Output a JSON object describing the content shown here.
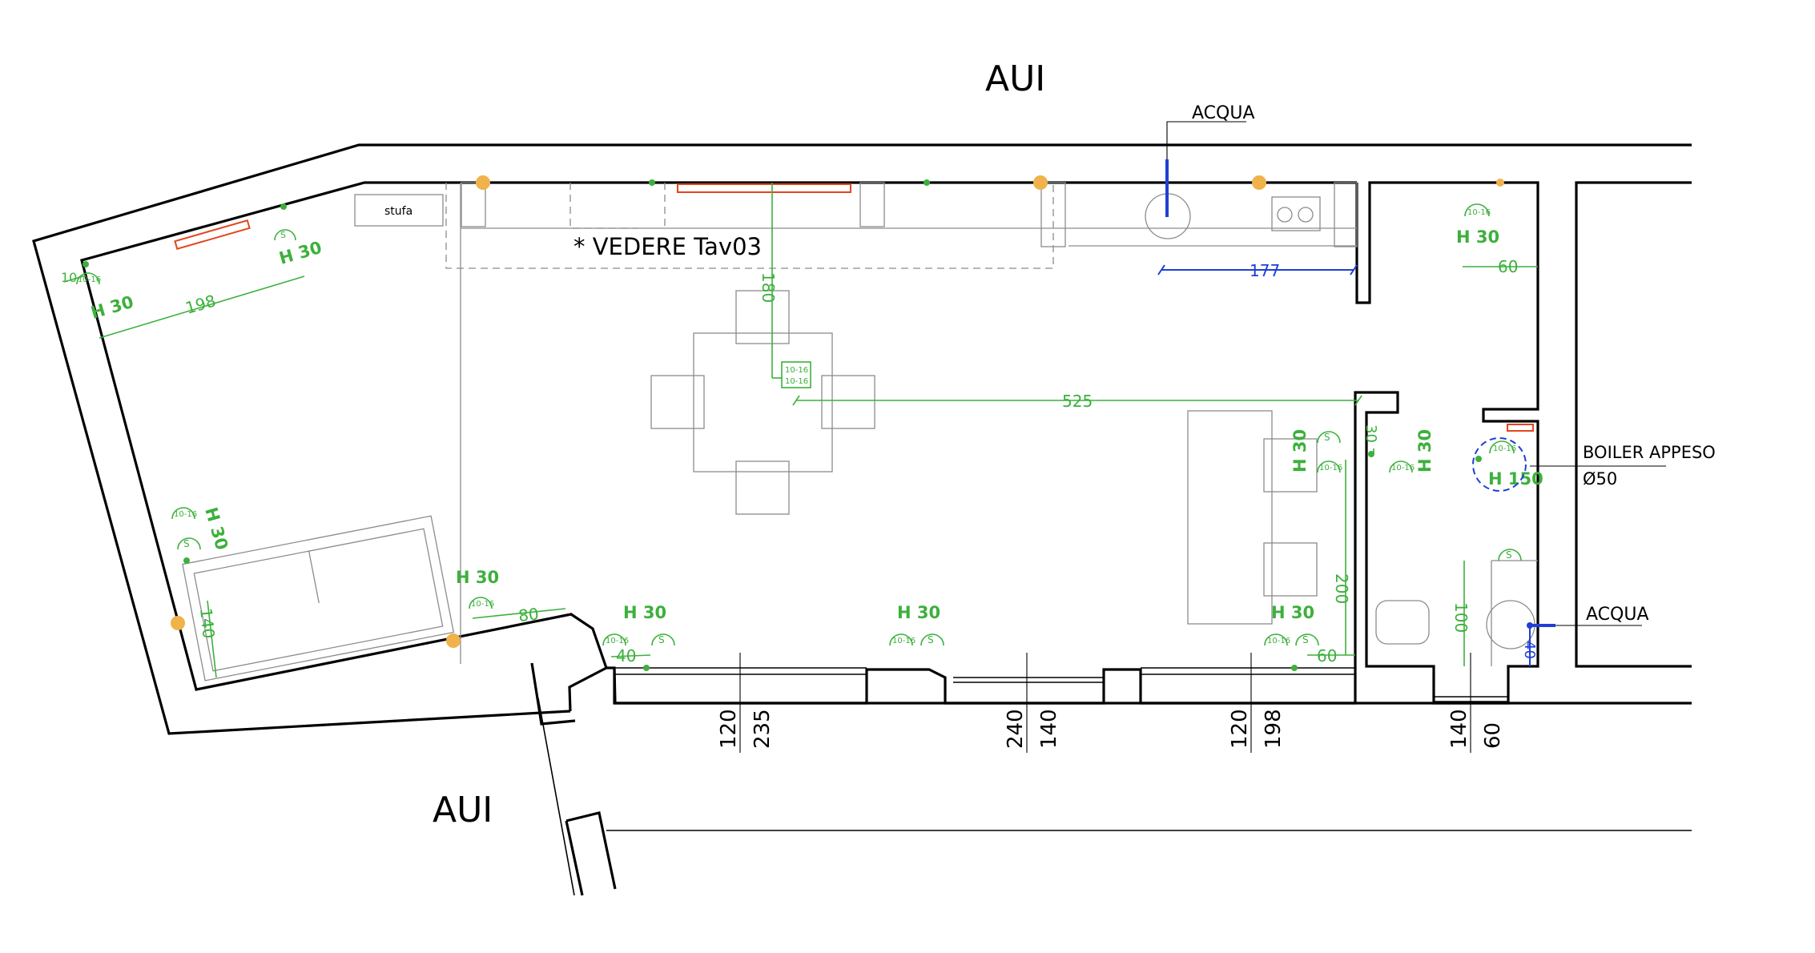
{
  "labels": {
    "aui_top": "AUI",
    "aui_bottom": "AUI",
    "acqua_top": "ACQUA",
    "acqua_right": "ACQUA",
    "boiler": "BOILER APPESO",
    "boiler_diam": "Ø50",
    "stufa": "stufa",
    "vedere": "* VEDERE Tav03"
  },
  "heights": {
    "h30": "H 30",
    "h150": "H 150"
  },
  "sockets": {
    "range": "10-16",
    "switch": "S",
    "box_line1": "10-16",
    "box_line2": "10-16"
  },
  "dimensions": {
    "d177": "177",
    "d198_diag": "198",
    "d180": "180",
    "d525": "525",
    "d60_top": "60",
    "d80": "80",
    "d40": "40",
    "d60_bottom": "60",
    "d200": "200",
    "d30": "30",
    "d140_left": "140",
    "d100": "100",
    "d40_blue": "40",
    "d10_left": "10",
    "windows": [
      {
        "a": "120",
        "b": "235"
      },
      {
        "a": "240",
        "b": "140"
      },
      {
        "a": "120",
        "b": "198"
      },
      {
        "a": "140",
        "b": "60"
      }
    ]
  },
  "colors": {
    "electric": "#3cb03c",
    "water": "#1f3fd6",
    "radiator": "#e2461d",
    "gas_point": "#f0b24a"
  }
}
